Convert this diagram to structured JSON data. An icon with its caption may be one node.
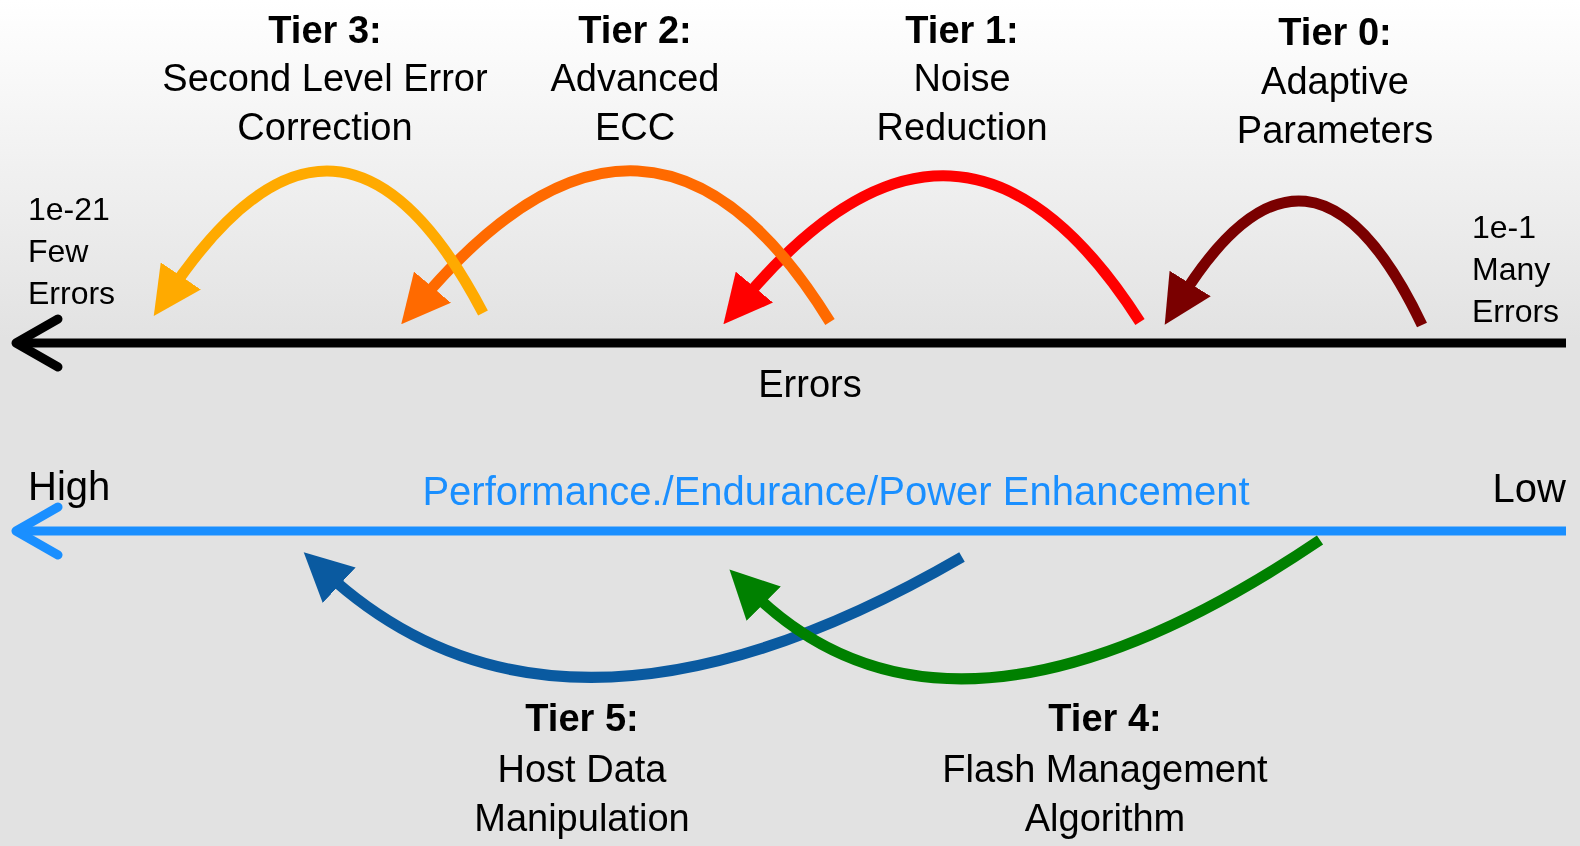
{
  "diagram": {
    "labels": [
      "Tier 3:",
      "Second Level Error Correction",
      "Tier 2:",
      "Advanced ECC",
      "Tier 1:",
      "Noise Reduction",
      "Tier 0:",
      "Adaptive Parameters",
      "1e-21 Few Errors",
      "1e-1 Many Errors",
      "Errors",
      "High",
      "Performance./Endurance/Power Enhancement",
      "Low",
      "Tier 5:",
      "Host Data Manipulation",
      "Tier 4:",
      "Flash Management Algorithm"
    ]
  }
}
